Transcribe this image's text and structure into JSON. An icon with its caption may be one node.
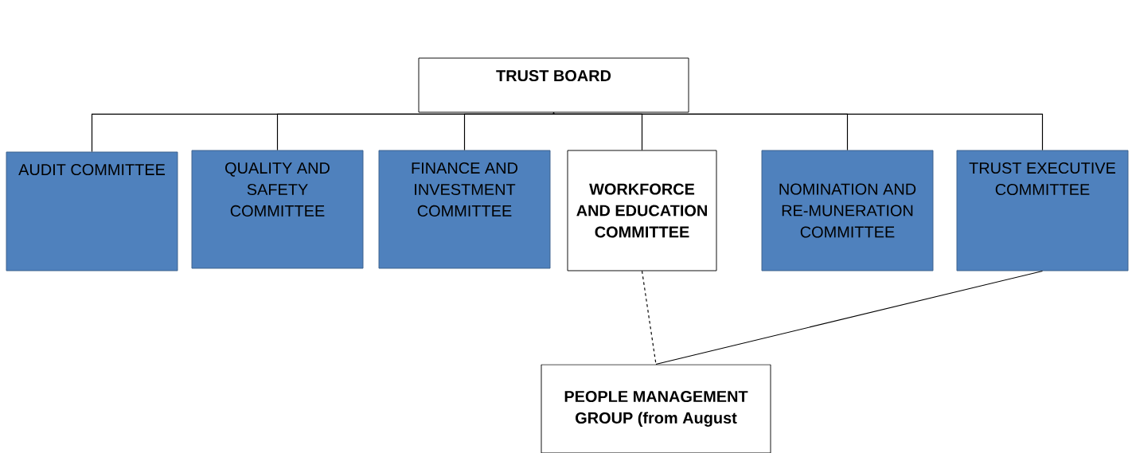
{
  "diagram": {
    "nodes": [
      {
        "text": [
          "TRUST BOARD"
        ]
      },
      {
        "text": [
          "AUDIT COMMITTEE"
        ]
      },
      {
        "text": [
          "QUALITY AND SAFETY COMMITTEE"
        ]
      },
      {
        "text": [
          "FINANCE AND INVESTMENT COMMITTEE"
        ]
      },
      {
        "text": [
          "WORKFORCE AND EDUCATION COMMITTEE"
        ]
      },
      {
        "text": [
          "NOMINATION AND RE-MUNERATION COMMITTEE"
        ]
      },
      {
        "text": [
          "TRUST EXECUTIVE COMMITTEE"
        ]
      },
      {
        "text": [
          "PEOPLE MANAGEMENT GROUP (from August"
        ]
      }
    ],
    "edges": [
      {
        "from": 0,
        "to": 1,
        "arrow": "none"
      },
      {
        "from": 0,
        "to": 2,
        "arrow": "none"
      },
      {
        "from": 0,
        "to": 3,
        "arrow": "none"
      },
      {
        "from": 0,
        "to": 4,
        "arrow": "none"
      },
      {
        "from": 0,
        "to": 5,
        "arrow": "none"
      },
      {
        "from": 0,
        "to": 6,
        "arrow": "none"
      },
      {
        "from": 4,
        "to": 7,
        "arrow": "none",
        "style": "dashed"
      },
      {
        "from": 6,
        "to": 7,
        "arrow": "none"
      }
    ]
  }
}
